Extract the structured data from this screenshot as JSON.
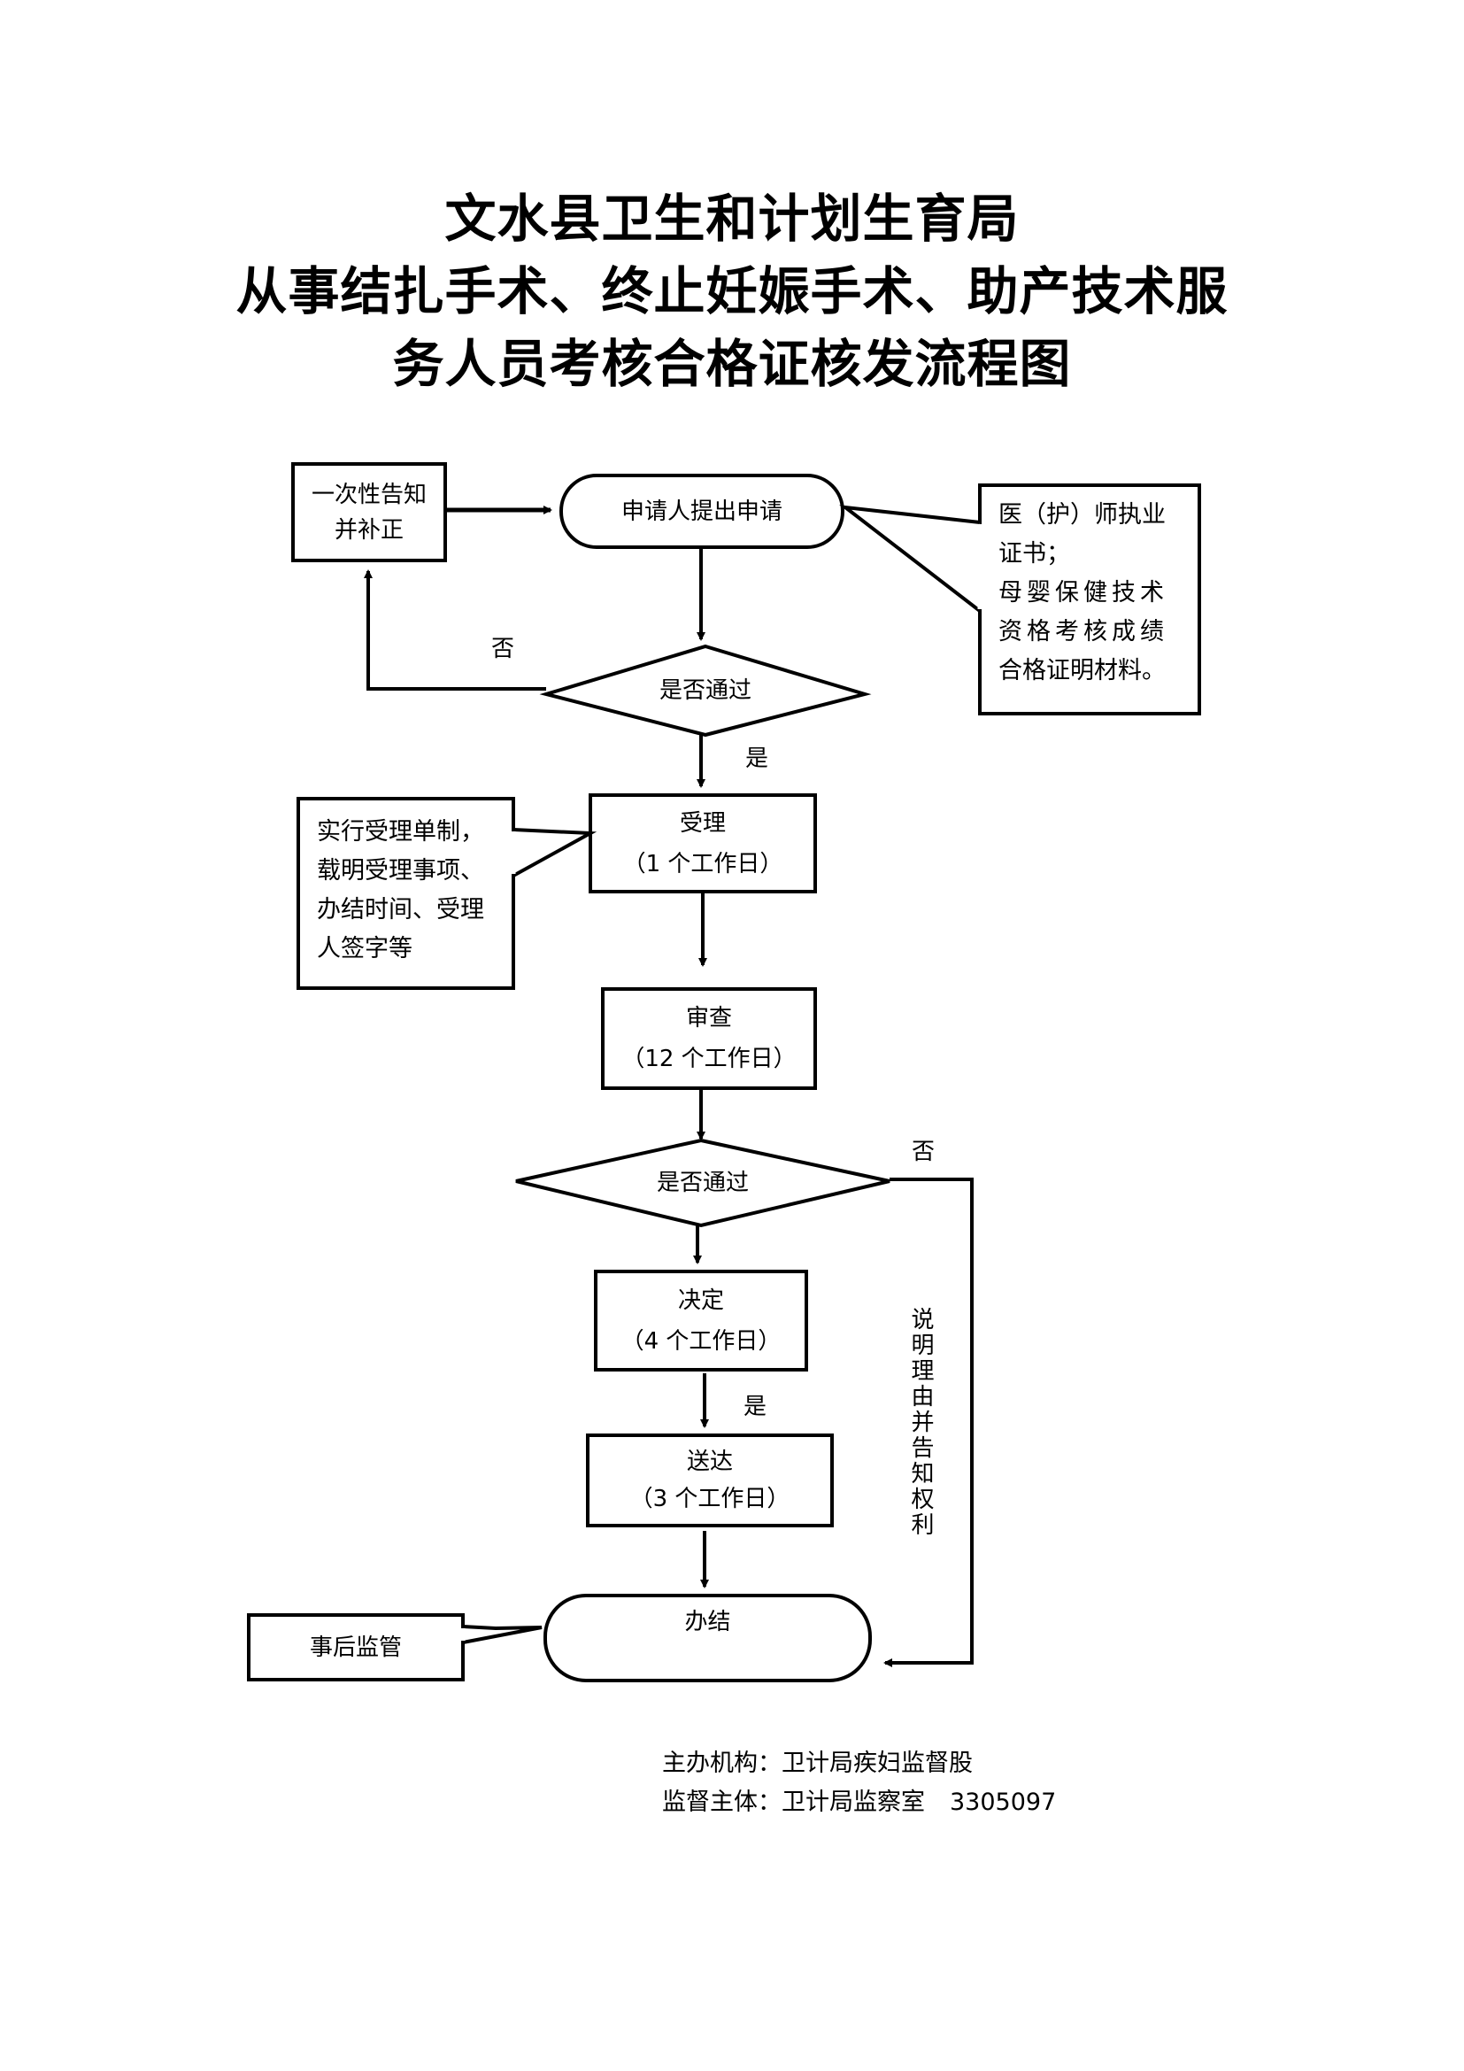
{
  "title": {
    "line1": "文水县卫生和计划生育局",
    "line2": "从事结扎手术、终止妊娠手术、助产技术服",
    "line3": "务人员考核合格证核发流程图"
  },
  "flowchart": {
    "correction_box": {
      "line1": "一次性告知",
      "line2": "并补正"
    },
    "start_terminal": "申请人提出申请",
    "materials_note": {
      "line1": "医（护）师执业",
      "line2": "证书；",
      "line3": "母婴保健技术",
      "line4": "资格考核成绩",
      "line5": "合格证明材料。"
    },
    "decision1": "是否通过",
    "decision1_no": "否",
    "decision1_yes": "是",
    "accept_box": {
      "title": "受理",
      "duration": "（1 个工作日）"
    },
    "accept_note": {
      "line1": "实行受理单制，",
      "line2": "载明受理事项、",
      "line3": "办结时间、受理",
      "line4": "人签字等"
    },
    "review_box": {
      "title": "审查",
      "duration": "（12 个工作日）"
    },
    "decision2": "是否通过",
    "decision2_no": "否",
    "decide_box": {
      "title": "决定",
      "duration": "（4 个工作日）"
    },
    "decide_yes": "是",
    "deliver_box": {
      "title": "送达",
      "duration": "（3 个工作日）"
    },
    "reject_path_label": "说明理由并告知权利",
    "end_terminal": "办结",
    "post_supervision_box": "事后监管"
  },
  "footer": {
    "organizer_label": "主办机构：",
    "organizer_value": "卫计局疾妇监督股",
    "supervisor_label": "监督主体：",
    "supervisor_value": "卫计局监察室",
    "phone": "3305097"
  }
}
